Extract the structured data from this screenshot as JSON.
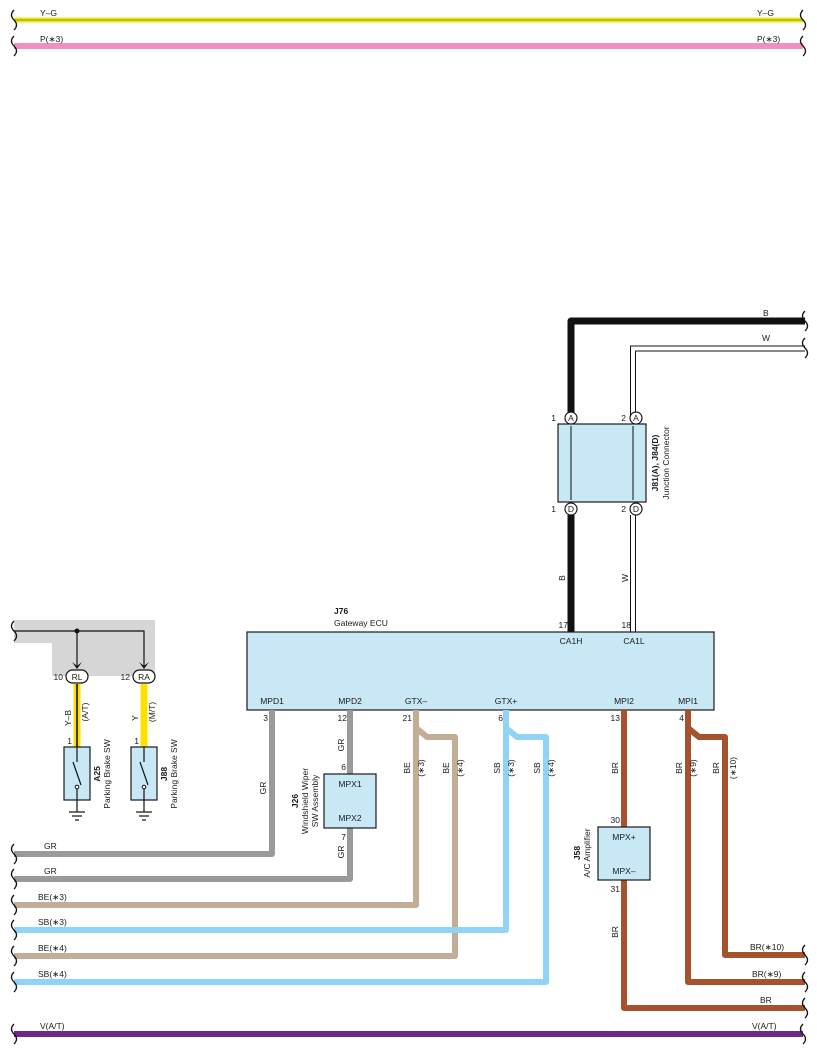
{
  "colors": {
    "GR": "#9a9a9a",
    "BE": "#c2ad96",
    "SB": "#8fd4f5",
    "BR": "#a4532e",
    "B": "#111111",
    "W": "#ffffff",
    "V": "#6b2a8a",
    "P": "#f28fbf",
    "Y": "#ffe000",
    "G": "#7ac143",
    "box_fill": "#c8e8f6",
    "shade": "#d6d6d6"
  },
  "top_wires": {
    "yg_left": "Y–G",
    "yg_right": "Y–G",
    "p_left": "P(∗3)",
    "p_right": "P(∗3)"
  },
  "junction": {
    "code": "J81(A), J84(D)",
    "name": "Junction Connector",
    "top_pins": [
      {
        "num": "1",
        "letter": "A"
      },
      {
        "num": "2",
        "letter": "A"
      }
    ],
    "bottom_pins": [
      {
        "num": "1",
        "letter": "D"
      },
      {
        "num": "2",
        "letter": "D"
      }
    ],
    "wire_b_top": "B",
    "wire_w_top": "W",
    "wire_b_bottom": "B",
    "wire_w_bottom": "W"
  },
  "gateway_ecu": {
    "code": "J76",
    "name": "Gateway ECU",
    "top_terminals": [
      {
        "pin": "17",
        "name": "CA1H"
      },
      {
        "pin": "18",
        "name": "CA1L"
      }
    ],
    "bottom_terminals": [
      {
        "pin": "3",
        "name": "MPD1"
      },
      {
        "pin": "12",
        "name": "MPD2"
      },
      {
        "pin": "21",
        "name": "GTX–"
      },
      {
        "pin": "6",
        "name": "GTX+"
      },
      {
        "pin": "13",
        "name": "MPI2"
      },
      {
        "pin": "4",
        "name": "MPI1"
      }
    ]
  },
  "parking_a25": {
    "code": "A25",
    "name": "Parking Brake SW",
    "connector": "RL",
    "conn_pin": "10",
    "sw_pin": "1",
    "wire": "Y–B",
    "note": "(A/T)"
  },
  "parking_j88": {
    "code": "J88",
    "name": "Parking Brake SW",
    "connector": "RA",
    "conn_pin": "12",
    "sw_pin": "1",
    "wire": "Y",
    "note": "(M/T)"
  },
  "wiper": {
    "code": "J26",
    "name_line1": "Windshield Wiper",
    "name_line2": "SW Assembly",
    "t1": "MPX1",
    "t2": "MPX2",
    "pin1": "6",
    "pin2": "7"
  },
  "amplifier": {
    "code": "J58",
    "name": "A/C Amplifier",
    "t1": "MPX+",
    "t2": "MPX–",
    "pin1": "30",
    "pin2": "31"
  },
  "wire_labels": {
    "mpd1": "GR",
    "mpd2": "GR",
    "wiper_out": "GR",
    "gtxm_a": "BE",
    "gtxm_a_note": "(∗3)",
    "gtxm_b": "BE",
    "gtxm_b_note": "(∗4)",
    "gtxp_a": "SB",
    "gtxp_a_note": "(∗3)",
    "gtxp_b": "SB",
    "gtxp_b_note": "(∗4)",
    "mpi2": "BR",
    "amp_out": "BR",
    "mpi1_a": "BR",
    "mpi1_a_note": "(∗9)",
    "mpi1_b": "BR",
    "mpi1_b_note": "(∗10)"
  },
  "bottom_wires": {
    "gr1": "GR",
    "gr2": "GR",
    "be3": "BE(∗3)",
    "sb3": "SB(∗3)",
    "be4": "BE(∗4)",
    "sb4": "SB(∗4)",
    "br10": "BR(∗10)",
    "br9": "BR(∗9)",
    "br": "BR",
    "v_left": "V(A/T)",
    "v_right": "V(A/T)"
  }
}
